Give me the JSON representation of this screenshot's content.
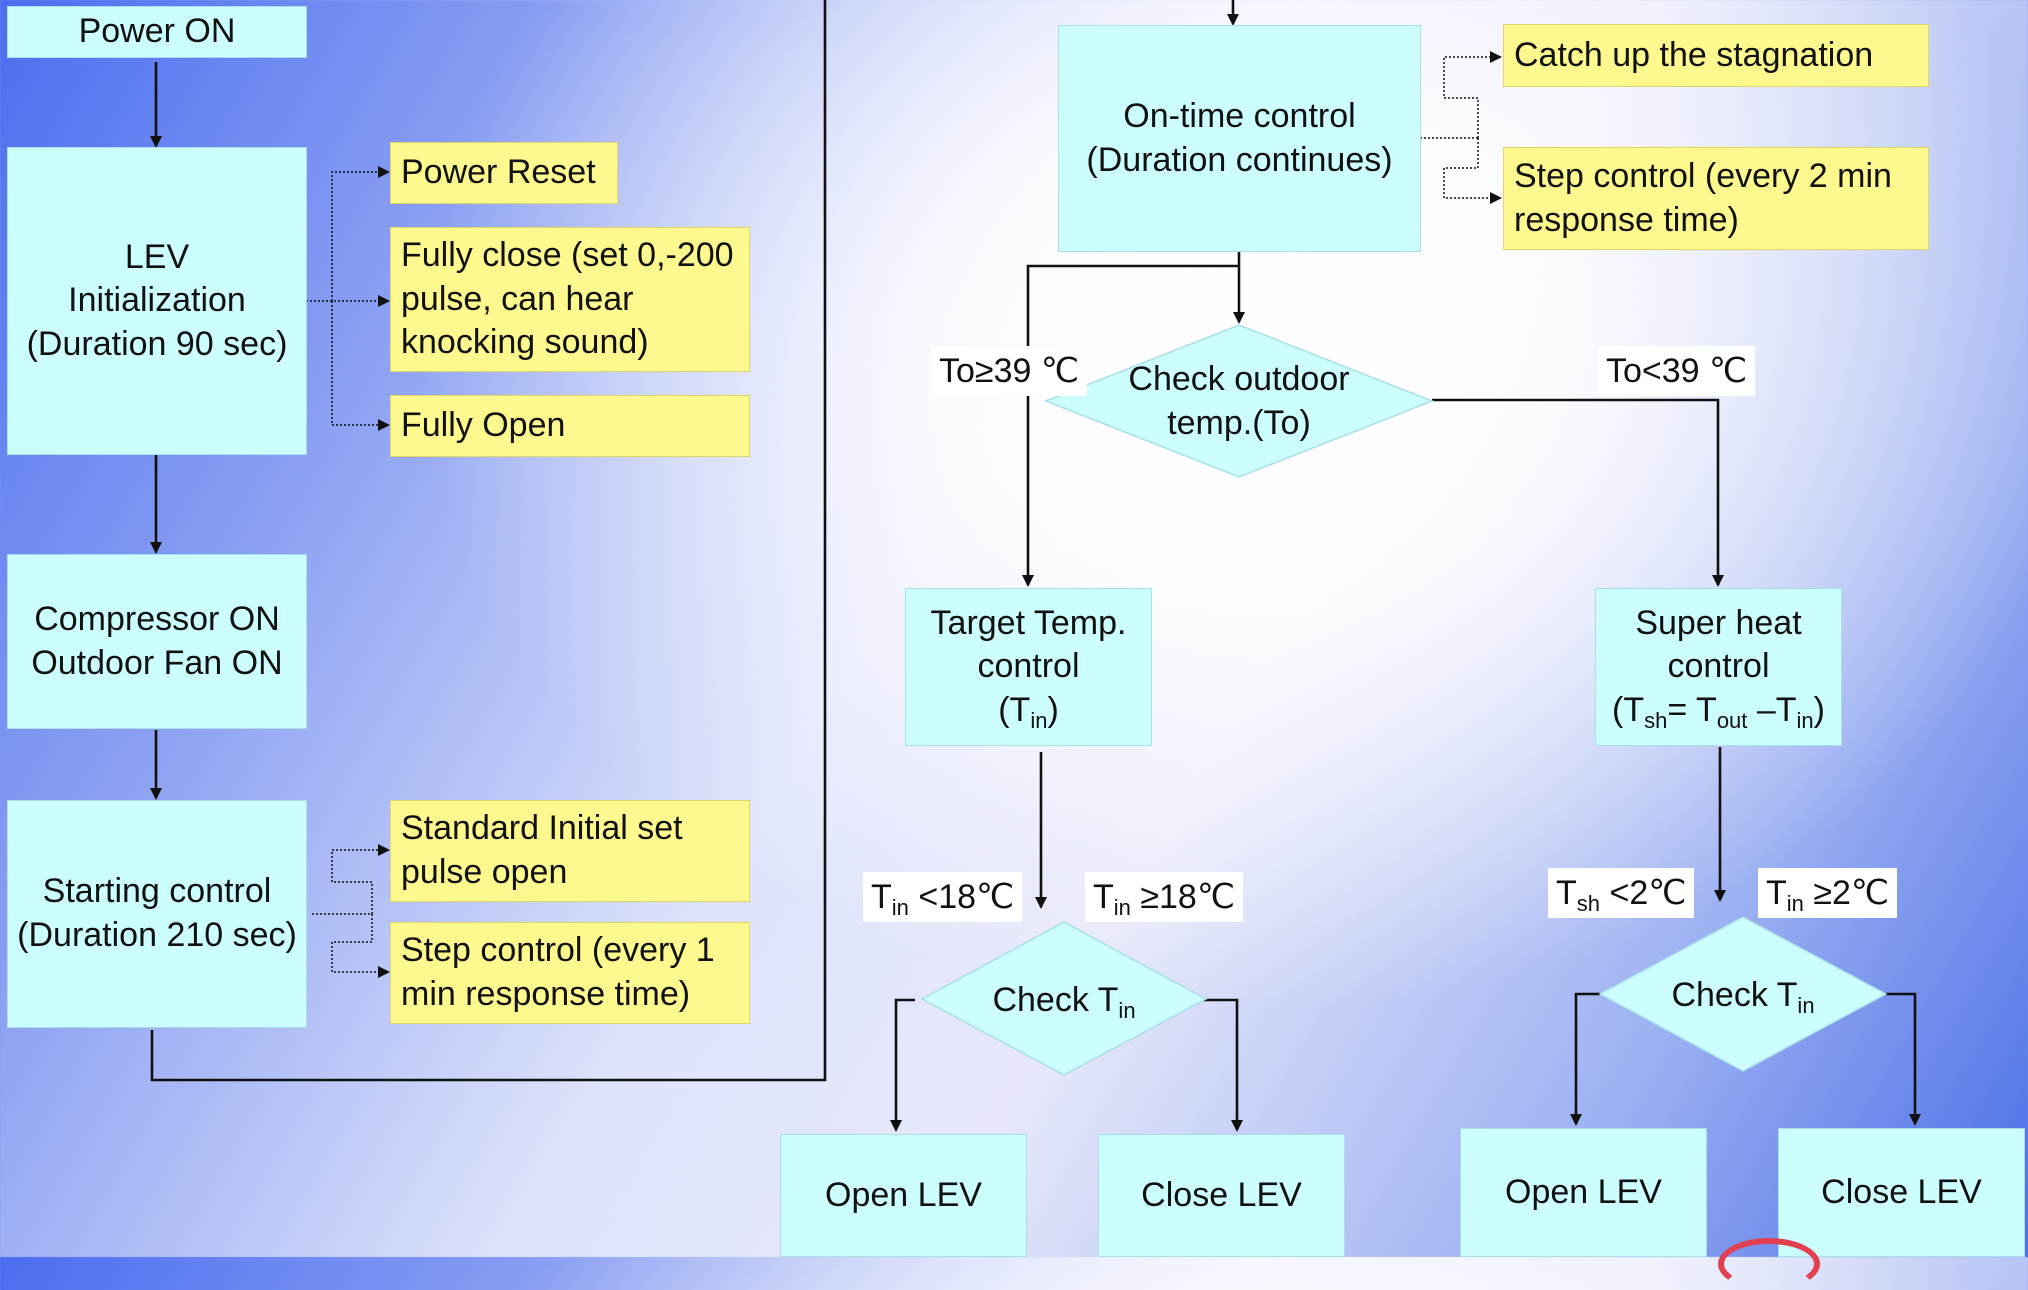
{
  "colors": {
    "process_fill": "#ccfdff",
    "note_fill": "#fdf98e",
    "decision_fill": "#ccfdff",
    "line": "#111111"
  },
  "left_flow": {
    "power_on": "Power ON",
    "lev_init": "LEV\nInitialization\n(Duration 90 sec)",
    "compressor": "Compressor ON\nOutdoor Fan ON",
    "starting": "Starting control\n(Duration 210 sec)"
  },
  "init_notes": {
    "power_reset": "Power Reset",
    "fully_close": "Fully close (set 0,-200 pulse, can hear knocking sound)",
    "fully_open": "Fully Open"
  },
  "starting_notes": {
    "standard_initial": "Standard Initial set pulse open",
    "step_control_1min": "Step control (every 1 min response time)"
  },
  "ontime": {
    "label": "On-time control\n(Duration continues)",
    "note_catch_up": "Catch up the stagnation",
    "note_step_2min": "Step control (every 2 min response time)"
  },
  "outdoor_decision": {
    "text": "Check outdoor\ntemp.(To)",
    "left_branch": "To≥39 ℃",
    "right_branch": "To<39 ℃"
  },
  "target_temp": {
    "line1": "Target Temp.",
    "line2": "control",
    "open": "(T",
    "sub": "in",
    "close": ")"
  },
  "super_heat": {
    "line1": "Super heat",
    "line2": "control",
    "p1": "(T",
    "s1": "sh",
    "p2": "= T",
    "s2": "out",
    "p3": " –T",
    "s3": "in",
    "p4": ")"
  },
  "left_check": {
    "text": "Check T",
    "sub": "in",
    "cond_low_t": "T",
    "cond_low_sub": "in",
    "cond_low_rest": " <18℃",
    "cond_high_t": "T",
    "cond_high_sub": "in",
    "cond_high_rest": " ≥18℃",
    "open": "Open LEV",
    "close": "Close LEV"
  },
  "right_check": {
    "text": "Check T",
    "sub": "in",
    "cond_low_t": "T",
    "cond_low_sub": "sh",
    "cond_low_rest": " <2℃",
    "cond_high_t": "T",
    "cond_high_sub": "in",
    "cond_high_rest": " ≥2℃",
    "open": "Open LEV",
    "close": "Close LEV"
  }
}
